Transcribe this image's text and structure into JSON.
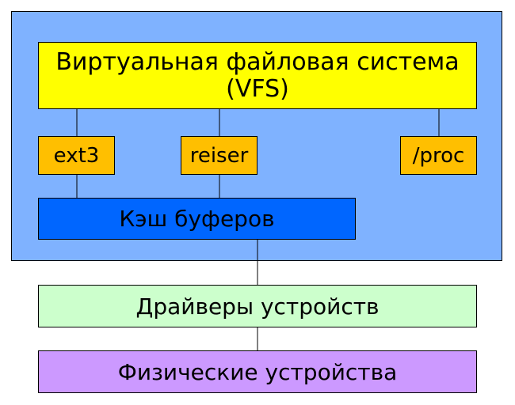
{
  "boxes": {
    "vfs": {
      "label": "Виртуальная файловая система (VFS)",
      "fill": "#ffff00"
    },
    "ext3": {
      "label": "ext3",
      "fill": "#ffbf00"
    },
    "reiser": {
      "label": "reiser",
      "fill": "#ffbf00"
    },
    "proc": {
      "label": "/proc",
      "fill": "#ffbf00"
    },
    "cache": {
      "label": "Кэш буферов",
      "fill": "#0066ff"
    },
    "drivers": {
      "label": "Драйверы устройств",
      "fill": "#ccffcc"
    },
    "devices": {
      "label": "Физические устройства",
      "fill": "#cc99ff"
    }
  },
  "kernel_region": {
    "fill": "#7fb2ff"
  },
  "edges": [
    {
      "from": "vfs",
      "to": "ext3"
    },
    {
      "from": "vfs",
      "to": "reiser"
    },
    {
      "from": "vfs",
      "to": "proc"
    },
    {
      "from": "ext3",
      "to": "cache"
    },
    {
      "from": "reiser",
      "to": "cache"
    },
    {
      "from": "cache",
      "to": "drivers"
    },
    {
      "from": "drivers",
      "to": "devices"
    }
  ]
}
